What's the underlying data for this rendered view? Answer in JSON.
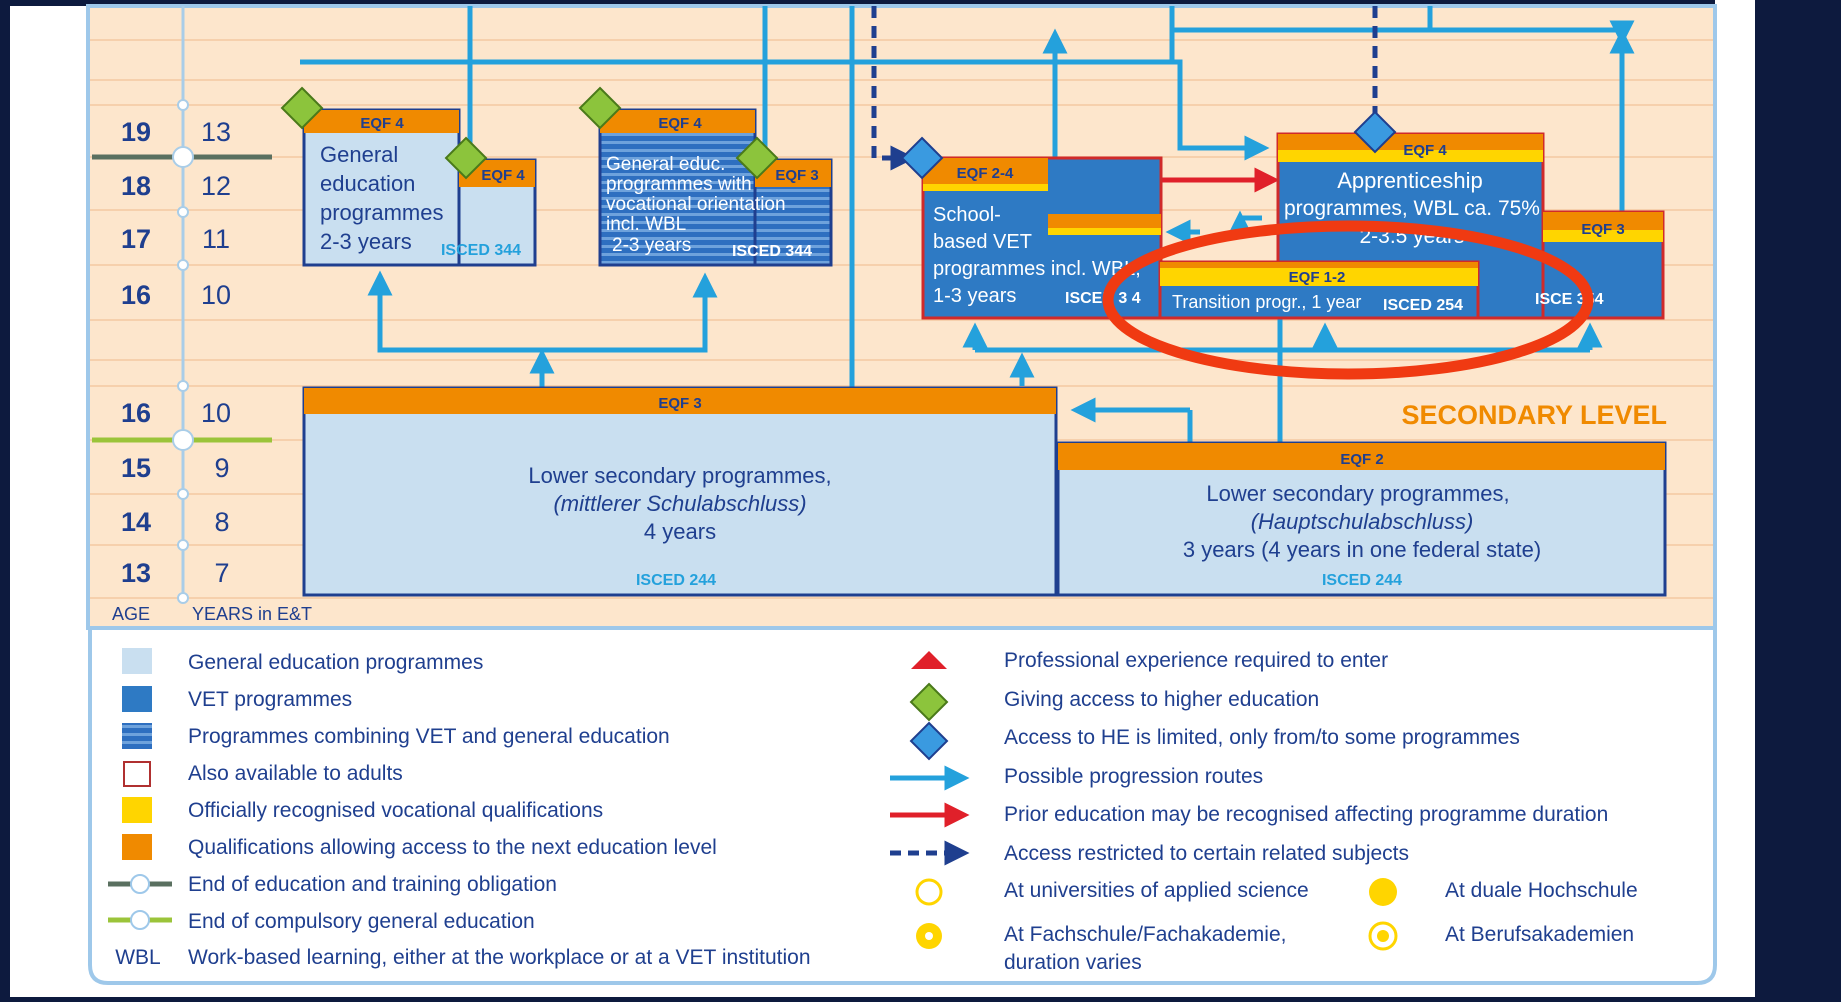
{
  "axis": {
    "rows": [
      {
        "age": "19",
        "years": "13"
      },
      {
        "age": "18",
        "years": "12"
      },
      {
        "age": "17",
        "years": "11"
      },
      {
        "age": "16",
        "years": "10"
      },
      {
        "age": "16",
        "years": "10"
      },
      {
        "age": "15",
        "years": "9"
      },
      {
        "age": "14",
        "years": "8"
      },
      {
        "age": "13",
        "years": "7"
      }
    ],
    "age_label": "AGE",
    "years_label": "YEARS in E&T"
  },
  "level_label": "SECONDARY LEVEL",
  "boxes": {
    "general": {
      "eqf": "EQF 4",
      "eqf2": "EQF 4",
      "lines": [
        "General",
        "education",
        "programmes",
        "2-3 years"
      ],
      "isced": "ISCED 344"
    },
    "combined": {
      "eqf": "EQF 4",
      "eqf2": "EQF 3",
      "lines": [
        "General educ.",
        "programmes with",
        "vocational orientation",
        "incl. WBL",
        "2-3 years"
      ],
      "isced": "ISCED 344"
    },
    "school_vet": {
      "eqf": "EQF 2-4",
      "lines": [
        "School-",
        "based VET",
        "programmes incl. WBL,",
        "1-3 years"
      ],
      "isced": "ISCED 3 4"
    },
    "apprenticeship": {
      "eqf": "EQF 4",
      "lines": [
        "Apprenticeship",
        "programmes, WBL ca. 75%",
        "2-3.5 years"
      ]
    },
    "eqf3_right": {
      "eqf": "EQF 3",
      "isced": "ISCE 354"
    },
    "transition": {
      "eqf": "EQF 1-2",
      "text": "Transition progr., 1 year",
      "isced": "ISCED 254"
    },
    "lower_mid": {
      "eqf": "EQF 3",
      "lines": [
        "Lower secondary programmes,",
        "(mittlerer Schulabschluss)",
        "4 years"
      ],
      "isced": "ISCED 244"
    },
    "lower_haupt": {
      "eqf": "EQF 2",
      "lines": [
        "Lower secondary programmes,",
        "(Hauptschulabschluss)",
        "3 years (4 years in one federal state)"
      ],
      "isced": "ISCED 244"
    }
  },
  "legend_left": [
    {
      "icon": "light-blue-square",
      "label": "General education programmes"
    },
    {
      "icon": "dark-blue-square",
      "label": "VET programmes"
    },
    {
      "icon": "striped-square",
      "label": "Programmes combining VET and general education"
    },
    {
      "icon": "red-outline-square",
      "label": "Also available to adults"
    },
    {
      "icon": "yellow-square",
      "label": "Officially recognised vocational qualifications"
    },
    {
      "icon": "orange-square",
      "label": "Qualifications allowing access to the next education level"
    },
    {
      "icon": "dark-green-line-circle",
      "label": "End of education and training obligation"
    },
    {
      "icon": "light-green-line-circle",
      "label": "End of compulsory general education"
    },
    {
      "icon": "wbl-text",
      "label": "Work-based learning, either at the workplace or at a VET institution",
      "abbr": "WBL"
    }
  ],
  "legend_right": [
    {
      "icon": "red-triangle",
      "label": "Professional experience required to enter"
    },
    {
      "icon": "green-diamond",
      "label": "Giving access to higher education"
    },
    {
      "icon": "blue-diamond",
      "label": "Access to HE is limited, only from/to some programmes"
    },
    {
      "icon": "blue-arrow",
      "label": "Possible progression routes"
    },
    {
      "icon": "red-arrow",
      "label": "Prior education may be recognised affecting programme duration"
    },
    {
      "icon": "dashed-arrow",
      "label": "Access restricted to certain related subjects"
    },
    {
      "icon": "yellow-ring",
      "label": "At universities of applied science"
    },
    {
      "icon": "orange-dot-circle",
      "label": "At Fachschule/Fachakademie,",
      "label2": "duration varies"
    }
  ],
  "legend_far_right": [
    {
      "icon": "yellow-filled-circle",
      "label": "At duale Hochschule"
    },
    {
      "icon": "yellow-target-circle",
      "label": "At Berufsakademien"
    }
  ],
  "colors": {
    "background": "#fde6cc",
    "general_blue": "#c9dff0",
    "vet_blue": "#2e7ac4",
    "navy": "#1f3f8f",
    "orange": "#f08a00",
    "yellow": "#ffd500",
    "red": "#e0202a",
    "arrow_blue": "#24a1dc",
    "highlight": "#f03a12"
  }
}
